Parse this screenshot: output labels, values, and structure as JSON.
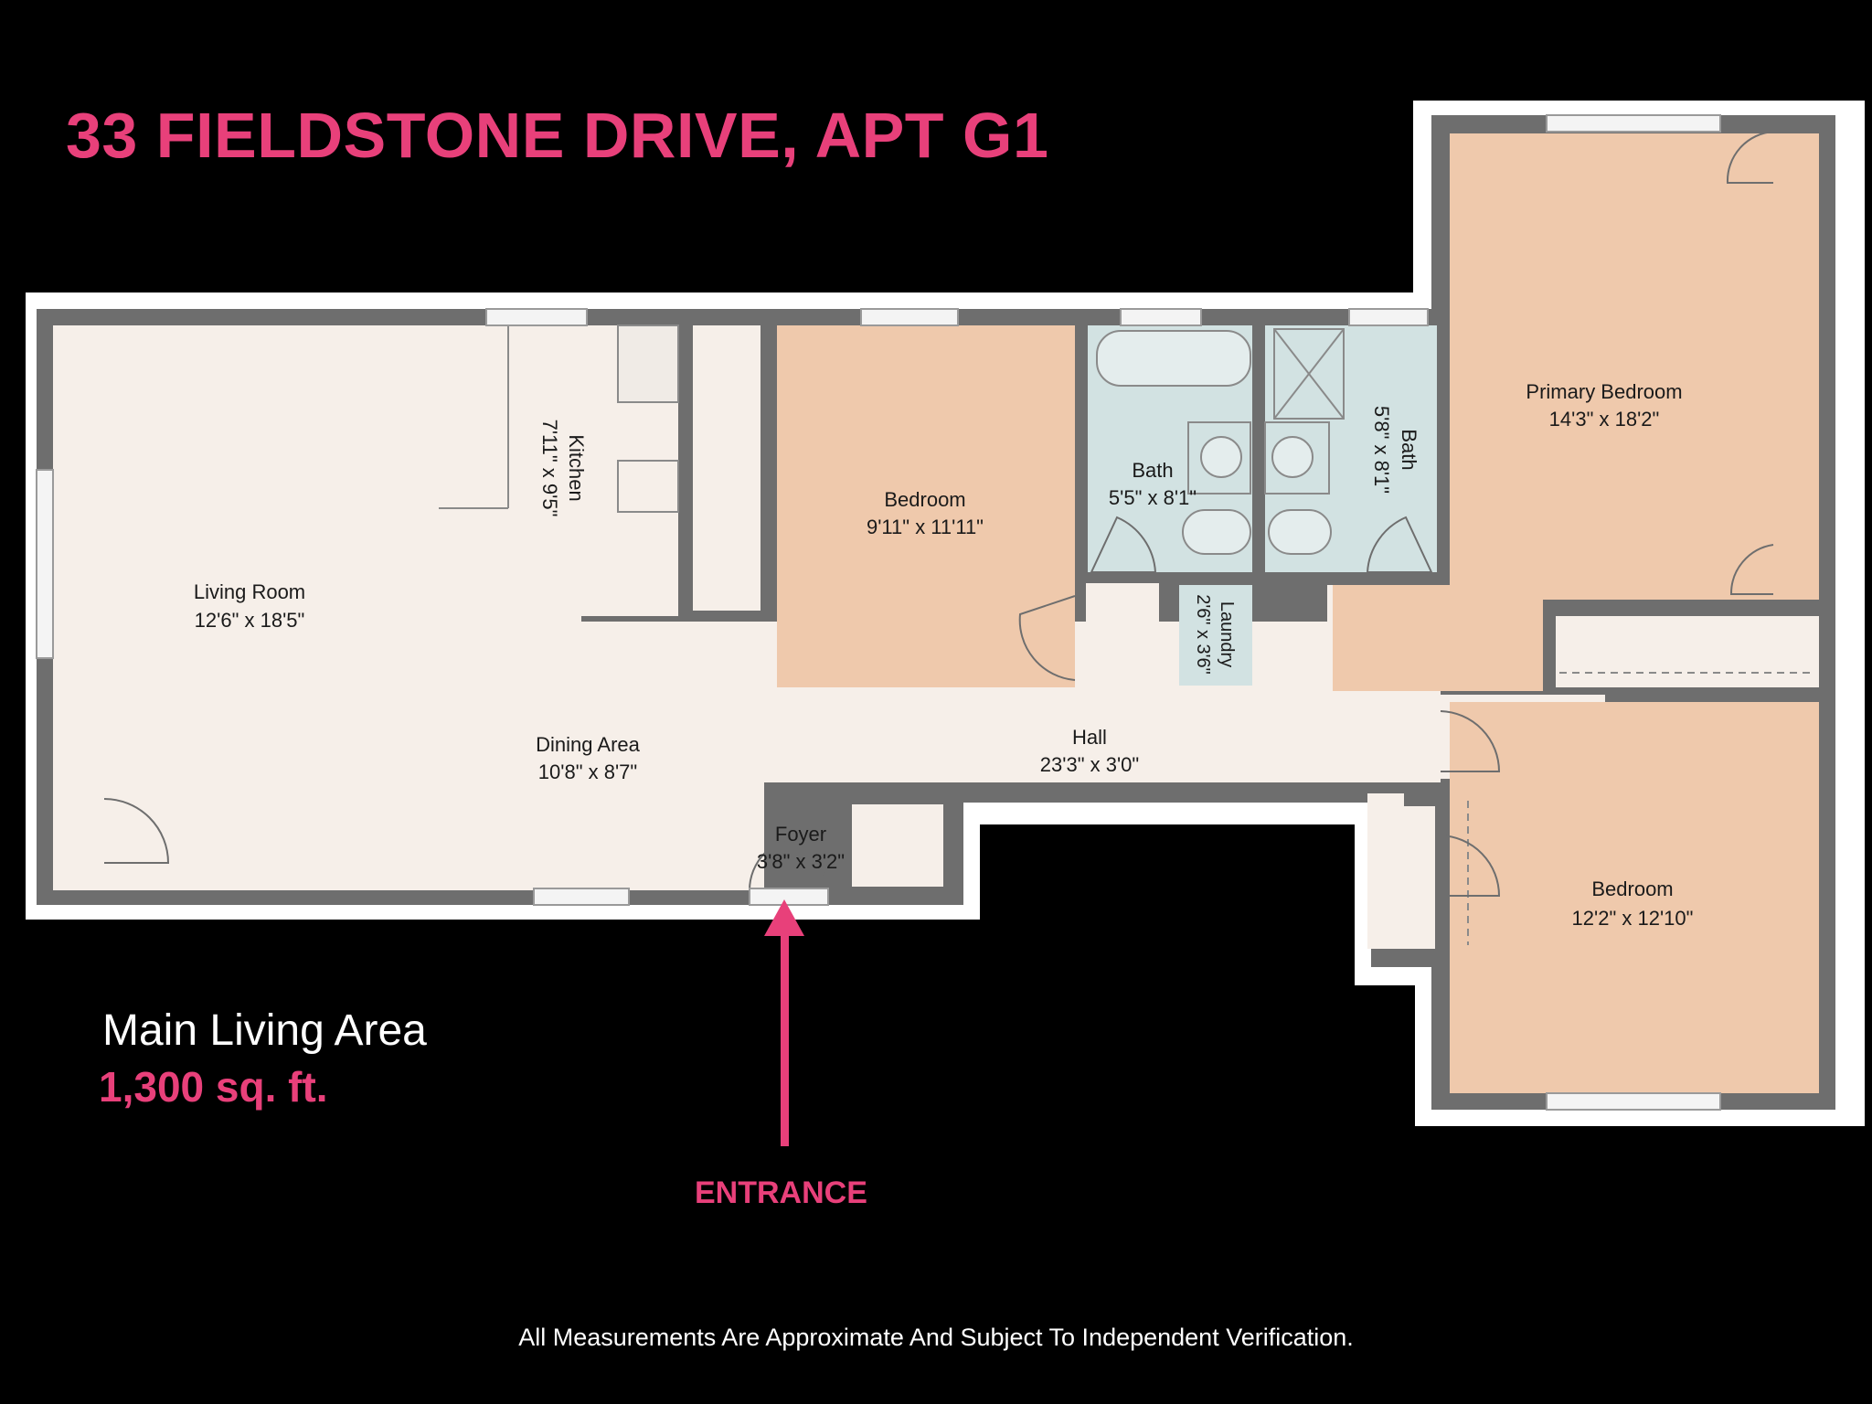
{
  "title": "33 FIELDSTONE DRIVE, APT G1",
  "area": {
    "label": "Main Living Area",
    "value": "1,300 sq. ft."
  },
  "entrance": "ENTRANCE",
  "disclaimer": "All Measurements Are Approximate And Subject To Independent Verification.",
  "colors": {
    "accent": "#e8407a",
    "living": "#f6efe9",
    "bedroom": "#efc9ac",
    "bath": "#d2e2e2",
    "wall": "#6e6e6e",
    "outline": "#ffffff"
  },
  "rooms": {
    "living": {
      "name": "Living Room",
      "dims": "12'6\" x 18'5\""
    },
    "kitchen": {
      "name": "Kitchen",
      "dims": "7'11\" x 9'5\""
    },
    "bedroom1": {
      "name": "Bedroom",
      "dims": "9'11\" x 11'11\""
    },
    "bath1": {
      "name": "Bath",
      "dims": "5'5\" x 8'1\""
    },
    "bath2": {
      "name": "Bath",
      "dims": "5'8\" x 8'1\""
    },
    "laundry": {
      "name": "Laundry",
      "dims": "2'6\" x 3'6\""
    },
    "primary": {
      "name": "Primary Bedroom",
      "dims": "14'3\" x 18'2\""
    },
    "dining": {
      "name": "Dining Area",
      "dims": "10'8\" x 8'7\""
    },
    "hall": {
      "name": "Hall",
      "dims": "23'3\" x 3'0\""
    },
    "foyer": {
      "name": "Foyer",
      "dims": "3'8\" x 3'2\""
    },
    "bedroom2": {
      "name": "Bedroom",
      "dims": "12'2\" x 12'10\""
    }
  }
}
